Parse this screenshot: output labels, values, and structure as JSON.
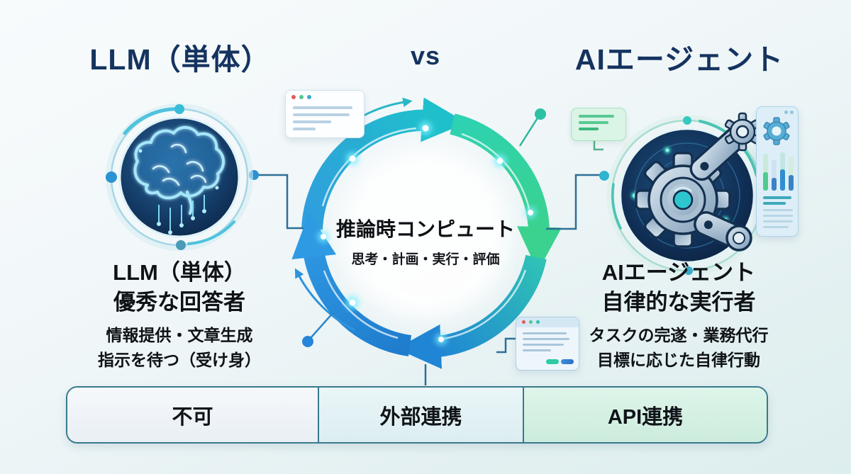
{
  "header": {
    "left_title": "LLM（単体）",
    "vs_label": "vs",
    "right_title": "AIエージェント"
  },
  "cycle": {
    "title": "推論時コンピュート",
    "subtitle": "思考・計画・実行・評価"
  },
  "llm": {
    "role_line1": "LLM（単体）",
    "role_line2": "優秀な回答者",
    "traits": [
      "情報提供・文章生成",
      "指示を待つ（受け身）"
    ]
  },
  "agent": {
    "role_line1": "AIエージェント",
    "role_line2": "自律的な実行者",
    "traits": [
      "タスクの完遂・業務代行",
      "目標に応じた自律行動"
    ]
  },
  "bottom_bar": {
    "cells": [
      {
        "label": "不可"
      },
      {
        "label": "外部連携"
      },
      {
        "label": "API連携"
      }
    ]
  },
  "icons": {
    "left_badge": "brain-icon",
    "right_badge": "gear-robot-arm-icon",
    "center": "cycle-arrows-icon",
    "top_left_card": "browser-window-icon",
    "bottom_right_card": "browser-window-icon",
    "chat_bubble": "chat-bubble-icon",
    "right_panel": "analytics-panel-icon"
  },
  "colors": {
    "title_navy": "#15335f",
    "body_text": "#0f1216",
    "ring_blue": "#2f9ae4",
    "ring_teal": "#1fc0cc",
    "ring_green": "#3ad28e",
    "bar_border": "#39798c",
    "cell_na_bg": "#eff4f8",
    "cell_ext_bg": "#e3f2f5",
    "cell_api_bg": "#d6f1e4"
  }
}
